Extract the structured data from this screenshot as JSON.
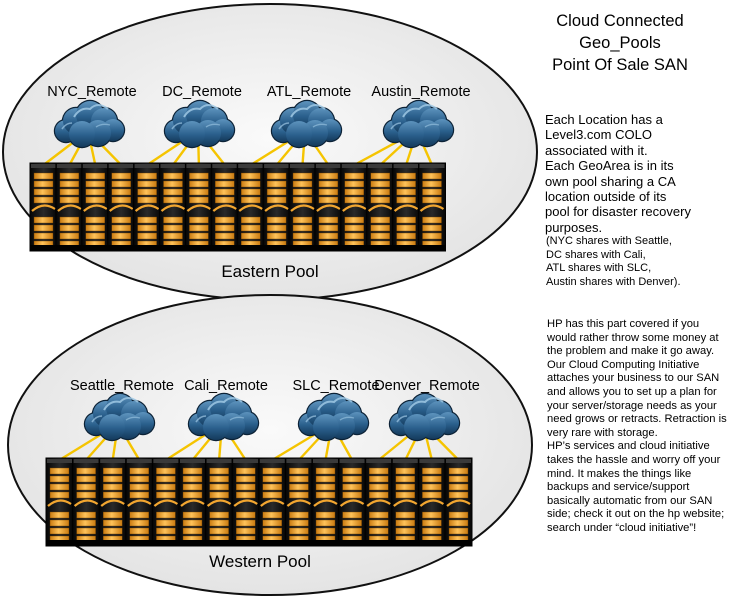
{
  "title_lines": [
    "Cloud Connected",
    "Geo_Pools",
    "Point Of Sale SAN"
  ],
  "pools": [
    {
      "name": "Eastern Pool",
      "remotes": [
        "NYC_Remote",
        "DC_Remote",
        "ATL_Remote",
        "Austin_Remote"
      ]
    },
    {
      "name": "Western Pool",
      "remotes": [
        "Seattle_Remote",
        "Cali_Remote",
        "SLC_Remote",
        "Denver_Remote"
      ]
    }
  ],
  "description_lines": [
    "Each Location has a",
    "Level3.com COLO",
    "associated with it.",
    "Each GeoArea is in its",
    "own pool sharing a CA",
    "location outside of its",
    "pool for disaster recovery",
    "purposes."
  ],
  "sharing_lines": [
    " (NYC shares with Seattle,",
    "DC shares with Cali,",
    "ATL shares with SLC,",
    "Austin shares with Denver)."
  ],
  "hp_lines": [
    "HP  has this part covered if you",
    "would rather throw some money at",
    "the problem and make it go away.",
    " Our Cloud Computing Initiative",
    "attaches your business to our SAN",
    "and allows you to set up a plan for",
    "your server/storage needs as your",
    "need grows or retracts. Retraction is",
    "very rare with storage.",
    "HP’s services and cloud initiative",
    "takes the hassle and worry off your",
    "mind. It makes the things like",
    "backups and service/support",
    "basically automatic from our SAN",
    "side; check it out on the hp website;",
    "search under “cloud initiative”!"
  ],
  "colors": {
    "server_body": "#1a1a1a",
    "server_drive": "#f2a630",
    "link_line": "#f5c400",
    "cloud_fill": "#2f6b98",
    "cloud_highlight": "#9fc8e4",
    "pool_outline": "#111111",
    "pool_fill": "#ededed"
  }
}
